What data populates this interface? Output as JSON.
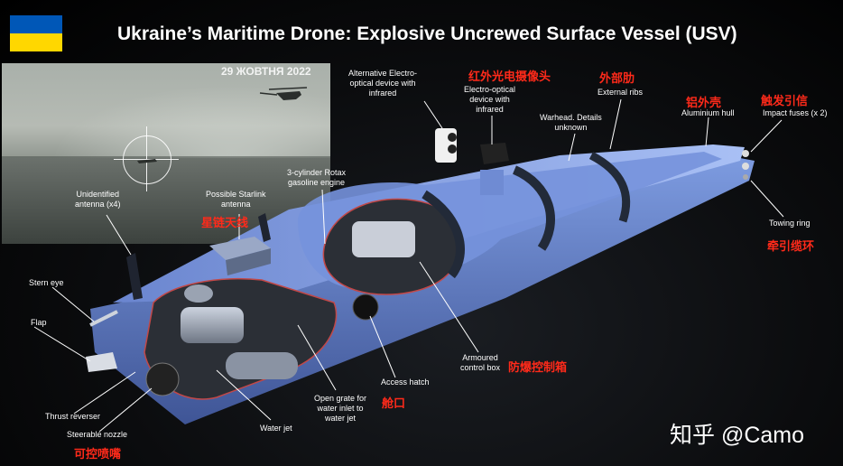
{
  "header": {
    "title": "Ukraine’s Maritime Drone: Explosive Uncrewed Surface Vessel (USV)",
    "flag_colors": [
      "#0057b7",
      "#ffd700"
    ]
  },
  "photo": {
    "date_stamp": "29 ЖОВТНЯ 2022"
  },
  "labels_en": {
    "alt_eo": "Alternative Electro-\noptical device with\ninfrared",
    "eo": "Electro-optical\ndevice with\ninfrared",
    "external_ribs": "External ribs",
    "warhead": "Warhead. Details\nunknown",
    "aluminium_hull": "Aluminium hull",
    "impact_fuses": "Impact fuses (x 2)",
    "towing_ring": "Towing ring",
    "unidentified_antenna": "Unidentified\nantenna (x4)",
    "starlink": "Possible Starlink\nantenna",
    "engine": "3-cylinder Rotax\ngasoline engine",
    "stern_eye": "Stern eye",
    "flap": "Flap",
    "thrust_reverser": "Thrust reverser",
    "steerable_nozzle": "Steerable nozzle",
    "water_jet": "Water jet",
    "open_grate": "Open grate for\nwater inlet to\nwater jet",
    "access_hatch": "Access hatch",
    "armoured_box": "Armoured\ncontrol box"
  },
  "labels_zh": {
    "eo": "红外光电摄像头",
    "ribs": "外部肋",
    "hull": "铝外壳",
    "fuses": "触发引信",
    "towing": "牵引缆环",
    "starlink": "星链天线",
    "box": "防爆控制箱",
    "hatch": "舱口",
    "nozzle": "可控喷嘴"
  },
  "watermark": "知乎 @Camo",
  "colors": {
    "hull": "#6f8fd6",
    "hull_dark": "#4a63a8",
    "deck": "#8faaf0",
    "annotation_zh": "#ff2a1a",
    "background": "#000000"
  }
}
